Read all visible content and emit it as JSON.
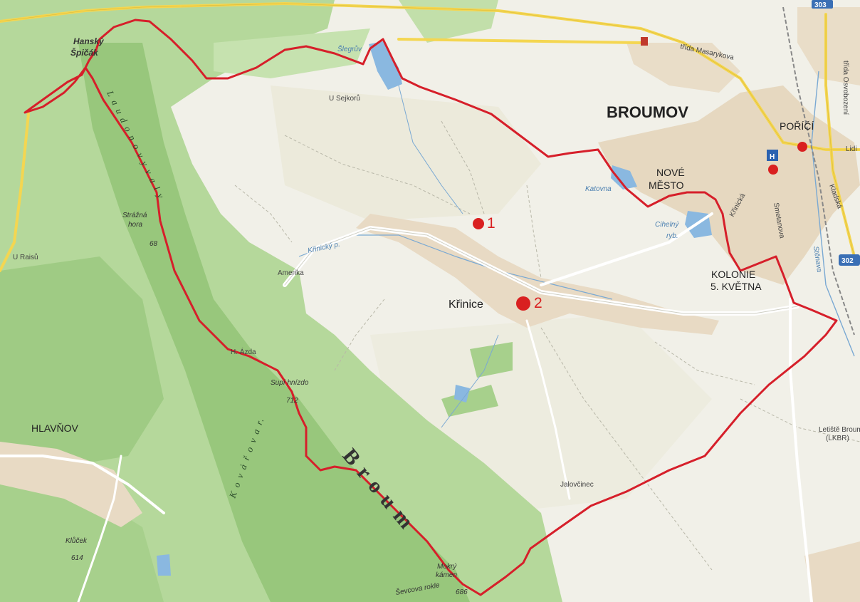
{
  "map": {
    "colors": {
      "forest": "#a7d08c",
      "forest_dark": "#8ec074",
      "meadow": "#f1f0e8",
      "field": "#ecebdd",
      "urban": "#e4d5bd",
      "water": "#8ab8e0",
      "road_yellow": "#f4d651",
      "route": "#d61f2a",
      "rail": "#888888"
    },
    "labels": {
      "broumov": "BROUMOV",
      "porici": "POŘÍČÍ",
      "nove": "NOVÉ",
      "mesto": "MĚSTO",
      "kolonie": "KOLONIE",
      "kvetna": "5. KVĚTNA",
      "krinice": "Křinice",
      "hlavnov": "HLAVŇOV",
      "amerika": "Amerika",
      "u_sejkoru": "U Sejkorů",
      "u_raisu": "U Raisů",
      "jalovcinec": "Jalovčinec",
      "letiste": "Letiště Broum",
      "lkbr": "(LKBR)",
      "hazda": "H. Ázda",
      "trida_masarykova": "třída Masarykova",
      "trida_osvobozeni": "třída Osvobození",
      "krinicka": "Křinická",
      "smetanova": "Smetanova",
      "kladska": "Kladská",
      "lidi": "Lidi",
      "slegruv": "Šlegrův",
      "krinicky_p": "Křinický p.",
      "katovna": "Katovna",
      "cihelny": "Cihelný",
      "ryb": "ryb.",
      "steinava": "Stěnava",
      "spicak1": "Hanský",
      "spicak2": "Špičák",
      "strazna": "Strážná",
      "hora": "hora",
      "h68": "68",
      "supi": "Supí hnízdo",
      "h712": "712",
      "klucek": "Klůček",
      "h614": "614",
      "mokry1": "Mokrý",
      "mokry2": "kámen",
      "h686": "686",
      "rokle": "Ševcova rokle",
      "laudonovy": "L a u d o n o v y  v a l y",
      "kovarova": "K o v á ř o v a  r.",
      "broumovske": "B r o u m",
      "road_302": "302",
      "road_303": "303",
      "hospital": "H",
      "marker1": "1",
      "marker2": "2"
    }
  }
}
